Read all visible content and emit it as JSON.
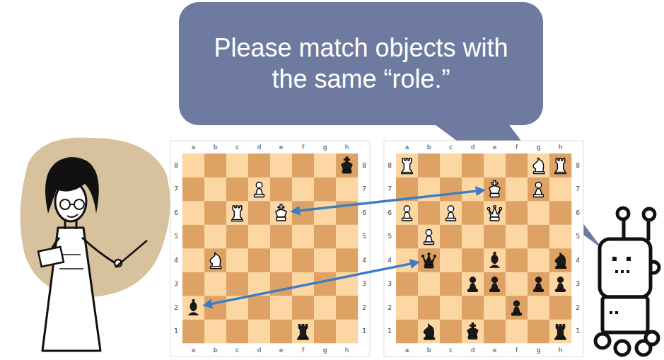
{
  "diagram": {
    "nodes": [
      {
        "text": [
          "Please match objects with the same “role.”"
        ]
      }
    ],
    "labels": [
      "a",
      "b",
      "c",
      "d",
      "e",
      "f",
      "g",
      "h",
      "a",
      "b",
      "c",
      "d",
      "e",
      "f",
      "g",
      "h",
      "8",
      "7",
      "6",
      "5",
      "4",
      "3",
      "2",
      "1",
      "8",
      "7",
      "6",
      "5",
      "4",
      "3",
      "2",
      "1",
      "a",
      "b",
      "c",
      "d",
      "e",
      "f",
      "g",
      "h",
      "a",
      "b",
      "c",
      "d",
      "e",
      "f",
      "g",
      "h",
      "8",
      "7",
      "6",
      "5",
      "4",
      "3",
      "2",
      "1",
      "8",
      "7",
      "6",
      "5",
      "4",
      "3",
      "2",
      "1"
    ]
  }
}
